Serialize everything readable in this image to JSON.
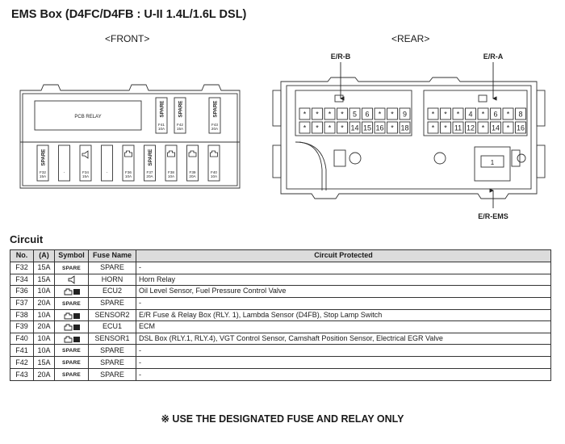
{
  "title": "EMS Box (D4FC/D4FB : U-II 1.4L/1.6L DSL)",
  "front_label": "<FRONT>",
  "rear_label": "<REAR>",
  "front": {
    "pcb_relay": "PCB RELAY",
    "top_fuses": [
      {
        "label": "SPARE",
        "id": "F41",
        "amp": "10A"
      },
      {
        "label": "SPARE",
        "id": "F42",
        "amp": "15A"
      },
      {
        "label": "SPARE",
        "id": "F43",
        "amp": "20A"
      }
    ],
    "bottom_fuses": [
      {
        "label": "SPARE",
        "id": "F32",
        "amp": "15A",
        "kind": "spare"
      },
      {
        "label": "",
        "id": "-",
        "amp": "",
        "kind": "blank"
      },
      {
        "label": "",
        "id": "F34",
        "amp": "15A",
        "kind": "horn"
      },
      {
        "label": "",
        "id": "-",
        "amp": "",
        "kind": "blank"
      },
      {
        "label": "",
        "id": "F36",
        "amp": "10A",
        "kind": "engine"
      },
      {
        "label": "SPARE",
        "id": "F37",
        "amp": "20A",
        "kind": "spare"
      },
      {
        "label": "",
        "id": "F38",
        "amp": "10A",
        "kind": "engine"
      },
      {
        "label": "",
        "id": "F39",
        "amp": "20A",
        "kind": "engine"
      },
      {
        "label": "",
        "id": "F40",
        "amp": "10A",
        "kind": "engine"
      }
    ]
  },
  "rear": {
    "er_b": "E/R-B",
    "er_a": "E/R-A",
    "er_ems": "E/R-EMS",
    "ems_pin": "1",
    "er_b_top": [
      "*",
      "*",
      "*",
      "*",
      "5",
      "6",
      "*",
      "*",
      "9"
    ],
    "er_b_bottom": [
      "*",
      "*",
      "*",
      "*",
      "14",
      "15",
      "16",
      "*",
      "18"
    ],
    "er_a_top": [
      "*",
      "*",
      "*",
      "4",
      "*",
      "6",
      "*",
      "8"
    ],
    "er_a_bottom": [
      "*",
      "*",
      "11",
      "12",
      "*",
      "14",
      "*",
      "16"
    ]
  },
  "circuit_title": "Circuit",
  "table": {
    "headers": [
      "No.",
      "(A)",
      "Symbol",
      "Fuse Name",
      "Circuit Protected"
    ],
    "rows": [
      {
        "no": "F32",
        "amp": "15A",
        "symbol": "spare",
        "symbol_text": "SPARE",
        "name": "SPARE",
        "circuit": "-"
      },
      {
        "no": "F34",
        "amp": "15A",
        "symbol": "horn",
        "symbol_text": "",
        "name": "HORN",
        "circuit": "Horn Relay"
      },
      {
        "no": "F36",
        "amp": "10A",
        "symbol": "engine",
        "symbol_text": "",
        "name": "ECU2",
        "circuit": "Oil Level Sensor, Fuel Pressure Control Valve"
      },
      {
        "no": "F37",
        "amp": "20A",
        "symbol": "spare",
        "symbol_text": "SPARE",
        "name": "SPARE",
        "circuit": "-"
      },
      {
        "no": "F38",
        "amp": "10A",
        "symbol": "engine",
        "symbol_text": "",
        "name": "SENSOR2",
        "circuit": "E/R Fuse & Relay Box (RLY. 1), Lambda Sensor (D4FB), Stop Lamp Switch"
      },
      {
        "no": "F39",
        "amp": "20A",
        "symbol": "engine",
        "symbol_text": "",
        "name": "ECU1",
        "circuit": "ECM"
      },
      {
        "no": "F40",
        "amp": "10A",
        "symbol": "engine",
        "symbol_text": "",
        "name": "SENSOR1",
        "circuit": "DSL Box (RLY.1, RLY.4), VGT Control Sensor, Camshaft Position Sensor, Electrical EGR Valve"
      },
      {
        "no": "F41",
        "amp": "10A",
        "symbol": "spare",
        "symbol_text": "SPARE",
        "name": "SPARE",
        "circuit": "-"
      },
      {
        "no": "F42",
        "amp": "15A",
        "symbol": "spare",
        "symbol_text": "SPARE",
        "name": "SPARE",
        "circuit": "-"
      },
      {
        "no": "F43",
        "amp": "20A",
        "symbol": "spare",
        "symbol_text": "SPARE",
        "name": "SPARE",
        "circuit": "-"
      }
    ]
  },
  "note": "※ USE THE DESIGNATED FUSE AND RELAY ONLY"
}
